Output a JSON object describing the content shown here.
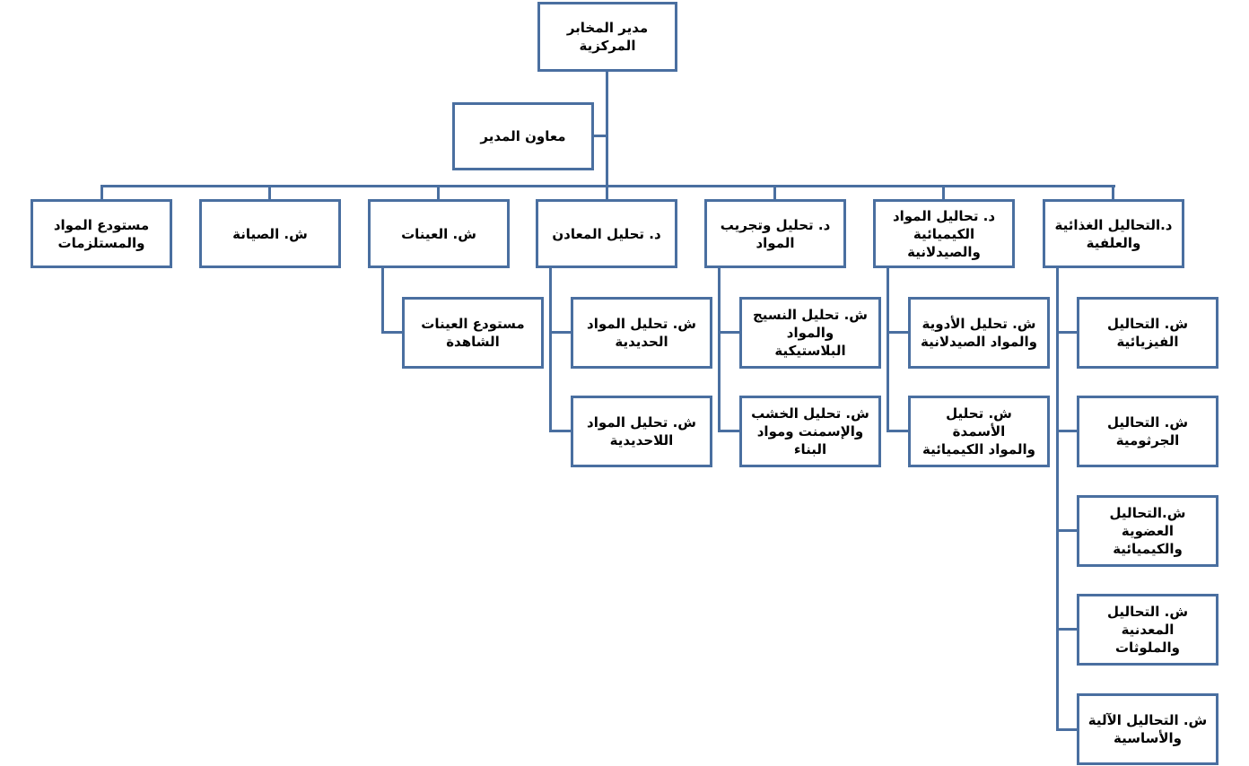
{
  "theme": {
    "box_border": "#4a6fa0",
    "connector": "#4a6fa0",
    "box_fill": "#ffffff",
    "text": "#000000"
  },
  "org": {
    "director": "مدير المخابر\nالمركزية",
    "deputy": "معاون المدير",
    "departments": {
      "food": {
        "title": "د.التحاليل الغذائية\nوالعلفية",
        "sections": [
          "ش. التحاليل\nالفيزيائية",
          "ش. التحاليل\nالجرثومية",
          "ش.التحاليل العضوية\nوالكيميائية",
          "ش. التحاليل\nالمعدنية والملوثات",
          "ش. التحاليل الآلية\nوالأساسية"
        ]
      },
      "chemical": {
        "title": "د. تحاليل المواد\nالكيميائية\nوالصيدلانية",
        "sections": [
          "ش. تحليل الأدوية\nوالمواد الصيدلانية",
          "ش. تحليل الأسمدة\nوالمواد الكيميائية"
        ]
      },
      "materials": {
        "title": "د. تحليل وتجريب\nالمواد",
        "sections": [
          "ش. تحليل النسيج\nوالمواد البلاستيكية",
          "ش. تحليل الخشب\nوالإسمنت ومواد\nالبناء"
        ]
      },
      "metals": {
        "title": "د. تحليل المعادن",
        "sections": [
          "ش. تحليل المواد\nالحديدية",
          "ش. تحليل المواد\nاللاحديدية"
        ]
      },
      "samples": {
        "title": "ش. العينات",
        "sections": [
          "مستودع العينات\nالشاهدة"
        ]
      },
      "maintenance": {
        "title": "ش. الصيانة"
      },
      "warehouse": {
        "title": "مستودع المواد\nوالمستلزمات"
      }
    }
  }
}
